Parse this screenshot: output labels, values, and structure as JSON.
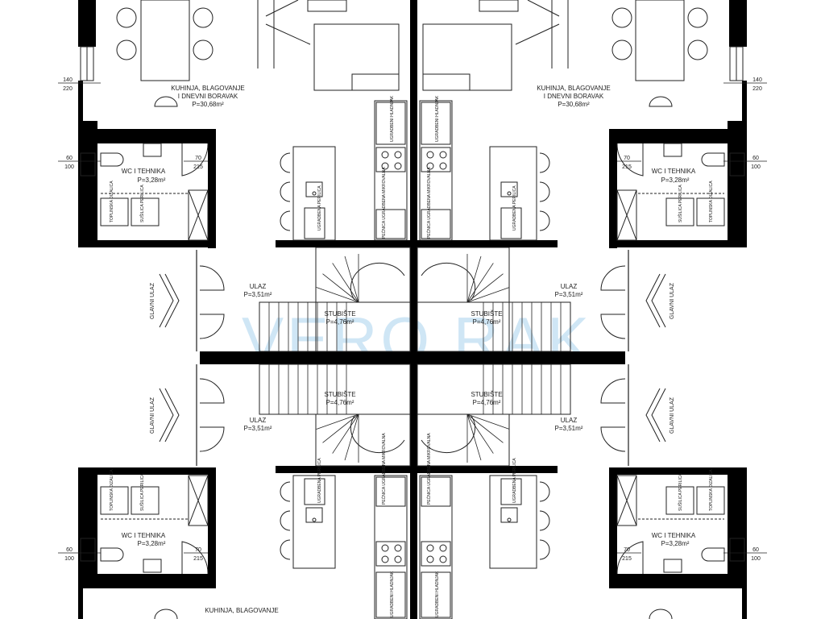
{
  "rooms": {
    "kitchen_label_1": "KUHINJA, BLAGOVANJE",
    "kitchen_label_2": "I DNEVNI BORAVAK",
    "kitchen_area": "P=30,68m²",
    "wc_label": "WC I TEHNIKA",
    "wc_area": "P=3,28m²",
    "entry_label": "ULAZ",
    "entry_area": "P=3,51m²",
    "stair_label": "STUBIŠTE",
    "stair_area": "P=4,76m²",
    "main_entry": "GLAVNI ULAZ"
  },
  "dimensions": {
    "win_w": "140",
    "win_h": "220",
    "wcwin_w": "60",
    "wcwin_h": "100",
    "door_w": "70",
    "door_h": "215"
  },
  "appliances": {
    "dishwasher": "UGRADBENA PERILICA",
    "oven": "PEĆNICA UGRADBENA MIKROVALNA",
    "fridge": "UGRADBENI HLADNJAK",
    "boiler": "TOPLINSKA DIZALICA",
    "washer": "SUŠILICA PERILICA"
  },
  "watermark": "VERO RAK",
  "colors": {
    "wall": "#000000",
    "line": "#222222",
    "watermark": "#cfe6f5"
  }
}
